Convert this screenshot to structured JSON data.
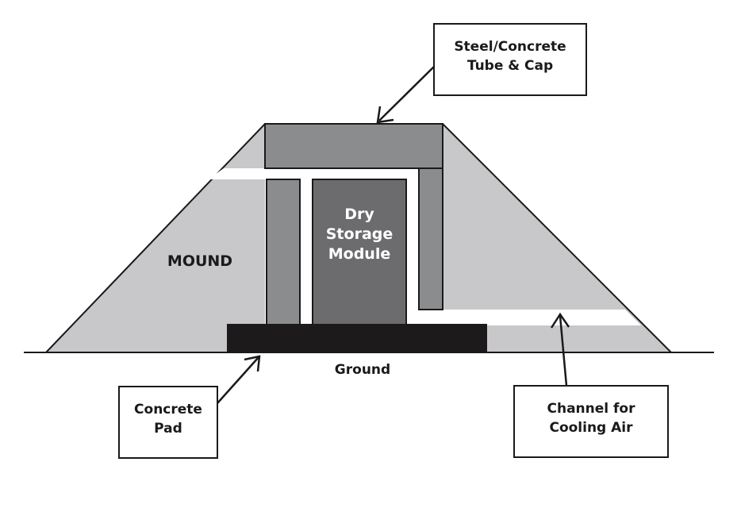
{
  "labels": {
    "cap": [
      "Steel/Concrete",
      "Tube & Cap"
    ],
    "module": [
      "Dry",
      "Storage",
      "Module"
    ],
    "mound": "MOUND",
    "ground": "Ground",
    "pad": [
      "Concrete",
      "Pad"
    ],
    "channel": [
      "Channel for",
      "Cooling Air"
    ]
  },
  "colors": {
    "mound": "#c8c8ca",
    "tube": "#8b8c8e",
    "module": "#6c6c6e",
    "pad": "#1c1a1b",
    "outline": "#1a1a1a",
    "channel": "#ffffff"
  }
}
